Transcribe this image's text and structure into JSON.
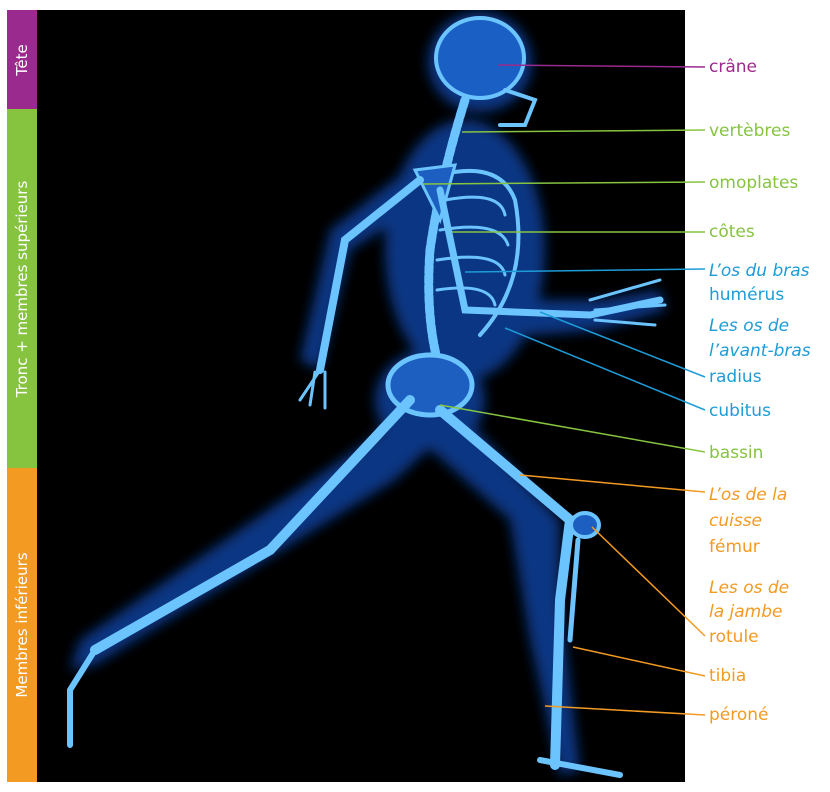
{
  "colors": {
    "head": "#9b2a8e",
    "trunk": "#86c440",
    "upper_limb": "#1e9cd7",
    "lower_limb": "#f39a23",
    "background": "#000000",
    "bone": "#5fb8ff"
  },
  "bands": {
    "head": "Tête",
    "trunk": "Tronc + membres supérieurs",
    "lower": "Membres inférieurs"
  },
  "labels": {
    "crane": "crâne",
    "vertebres": "vertèbres",
    "omoplates": "omoplates",
    "cotes": "côtes",
    "os_bras": "L’os du bras",
    "humerus": "humérus",
    "os_avant_bras_1": "Les os de",
    "os_avant_bras_2": "l’avant-bras",
    "radius": "radius",
    "cubitus": "cubitus",
    "bassin": "bassin",
    "os_cuisse_1": "L’os de la",
    "os_cuisse_2": "cuisse",
    "femur": "fémur",
    "os_jambe_1": "Les os de",
    "os_jambe_2": "la jambe",
    "rotule": "rotule",
    "tibia": "tibia",
    "perone": "péroné"
  }
}
